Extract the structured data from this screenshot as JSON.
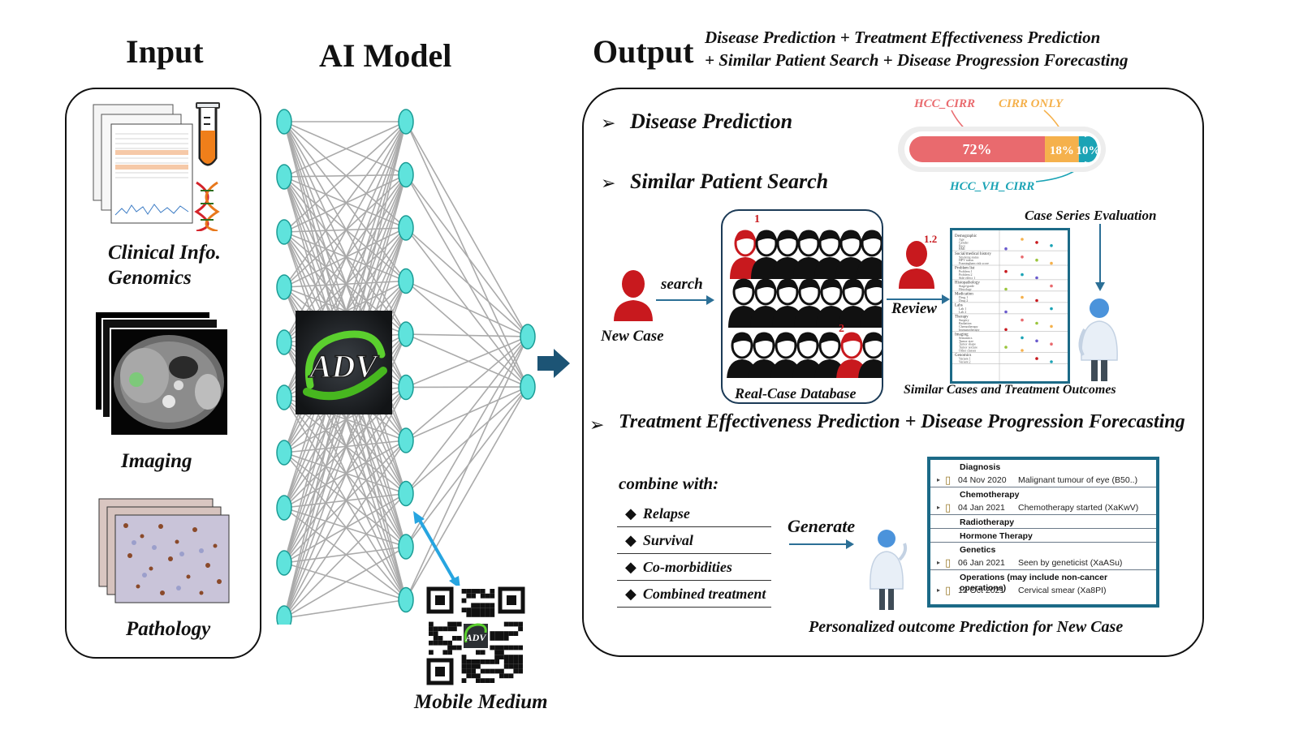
{
  "titles": {
    "input": "Input",
    "model": "AI Model",
    "output": "Output",
    "output_sub1": "Disease Prediction + Treatment Effectiveness Prediction",
    "output_sub2": "+ Similar Patient Search + Disease Progression Forecasting"
  },
  "input_panel": {
    "clinical_label_1": "Clinical Info.",
    "clinical_label_2": "Genomics",
    "imaging_label": "Imaging",
    "pathology_label": "Pathology"
  },
  "model": {
    "logo_text": "ADV",
    "mobile_label": "Mobile Medium"
  },
  "disease_prediction": {
    "heading": "Disease Prediction",
    "bar": {
      "segments": [
        {
          "label": "HCC_CIRR",
          "value": 72,
          "display": "72%",
          "color": "#e96a6e"
        },
        {
          "label": "CIRR ONLY",
          "value": 18,
          "display": "18%",
          "color": "#f5b14c"
        },
        {
          "label": "HCC_VH_CIRR",
          "value": 10,
          "display": "10%",
          "color": "#1aa3b5"
        }
      ]
    }
  },
  "similar_search": {
    "heading": "Similar Patient Search",
    "search_label": "search",
    "new_case_label": "New Case",
    "database_label": "Real-Case Database",
    "review_label": "Review",
    "rank_1": "1",
    "rank_2": "2",
    "rank_review": "1.2",
    "case_series_label": "Case Series Evaluation",
    "outcomes_label": "Similar Cases and Treatment Outcomes",
    "table_groups": [
      {
        "title": "Demographic",
        "rows": [
          "Age",
          "Gender",
          "Race",
          "BMI"
        ]
      },
      {
        "title": "Social/medical history",
        "rows": [
          "Smoking status",
          "HPV status",
          "Framingham risk score"
        ]
      },
      {
        "title": "Problem list",
        "rows": [
          "Problem 1",
          "Problem 2",
          "Side effect 1"
        ]
      },
      {
        "title": "Histopathology",
        "rows": [
          "Stage/grade",
          "Histology"
        ]
      },
      {
        "title": "Medication",
        "rows": [
          "Drug 1",
          "Drug 2"
        ]
      },
      {
        "title": "Labs",
        "rows": [
          "Lab 1",
          "Lab 2"
        ]
      },
      {
        "title": "Therapy",
        "rows": [
          "Surgery",
          "Radiation",
          "Chemotherapy",
          "Immunotherapy"
        ]
      },
      {
        "title": "Imaging",
        "rows": [
          "Semantics",
          "Tumor size",
          "Tumor shape",
          "Tumor texture",
          "Other classes"
        ]
      },
      {
        "title": "Genomics",
        "rows": [
          "Variant 1",
          "Variant 2"
        ]
      }
    ]
  },
  "treatment": {
    "heading": "Treatment Effectiveness Prediction + Disease Progression Forecasting",
    "combine_label": "combine with:",
    "items": [
      "Relapse",
      "Survival",
      "Co-morbidities",
      "Combined treatment"
    ],
    "generate_label": "Generate",
    "footer_label": "Personalized outcome Prediction for New Case",
    "timeline": [
      {
        "section": "Diagnosis",
        "date": "04 Nov 2020",
        "text": "Malignant tumour of eye (B50..)"
      },
      {
        "section": "Chemotherapy",
        "date": "04 Jan 2021",
        "text": "Chemotherapy started (XaKwV)"
      },
      {
        "section": "Radiotherapy",
        "date": "",
        "text": ""
      },
      {
        "section": "Hormone Therapy",
        "date": "",
        "text": ""
      },
      {
        "section": "Genetics",
        "date": "06 Jan 2021",
        "text": "Seen by geneticist (XaASu)"
      },
      {
        "section": "Operations (may include non-cancer operations)",
        "date": "12 Oct 2021",
        "text": "Cervical smear (Xa8PI)"
      }
    ]
  },
  "colors": {
    "node_fill": "#5fe3dc",
    "node_stroke": "#1b9c95",
    "patient_red": "#c8191e",
    "arrow_blue": "#2b6f96",
    "link_blue": "#27a5e0",
    "timeline_border": "#1c6a87"
  }
}
